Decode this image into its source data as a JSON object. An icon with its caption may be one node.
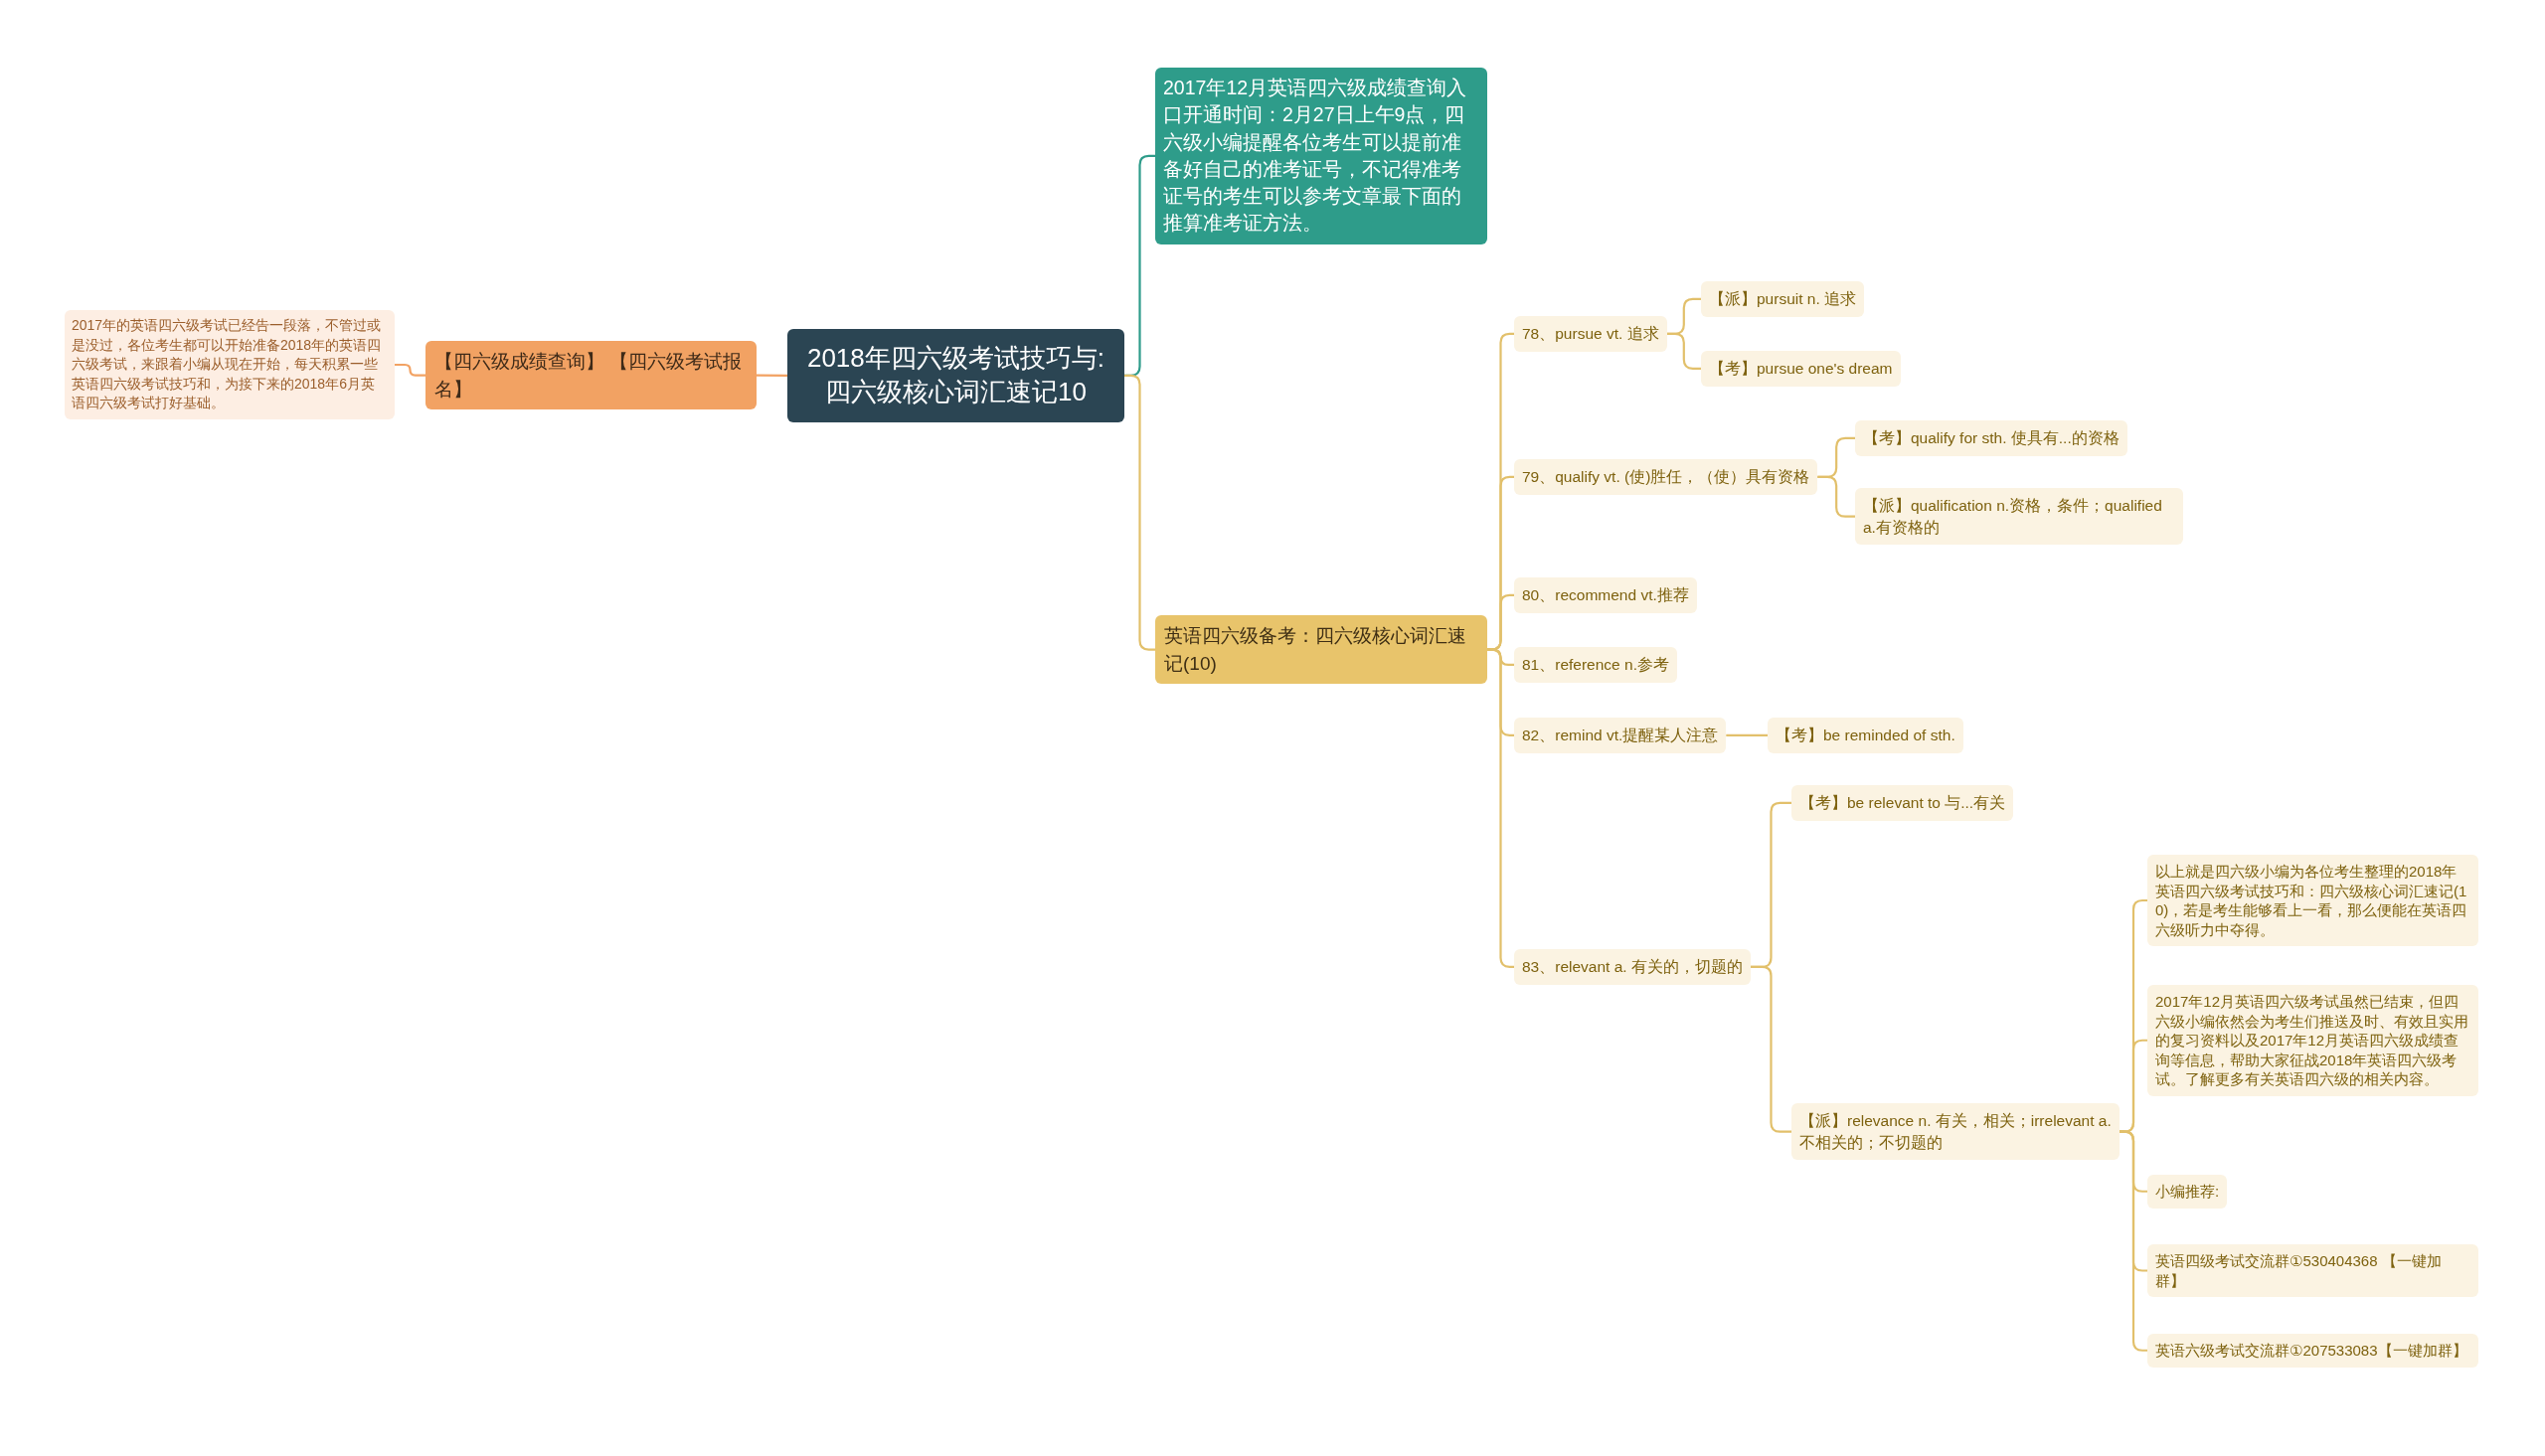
{
  "diagram": {
    "nodes": [
      {
        "text": [
          "2018年四六级考试技巧与:四六级核心词汇速记10"
        ]
      },
      {
        "text": [
          "【四六级成绩查询】 【四六级考试报名】"
        ]
      },
      {
        "text": [
          "2017年的英语四六级考试已经告一段落，不管过或是没过，各位考生都可以开始准备2018年的英语四六级考试，来跟着小编从现在开始，每天积累一些英语四六级考试技巧和，为接下来的2018年6月英语四六级考试打好基础。"
        ]
      },
      {
        "text": [
          "2017年12月英语四六级成绩查询入口开通时间：2月27日上午9点，四六级小编提醒各位考生可以提前准备好自己的准考证号，不记得准考证号的考生可以参考文章最下面的推算准考证方法。"
        ]
      },
      {
        "text": [
          "英语四六级备考：四六级核心词汇速记(10)"
        ]
      },
      {
        "text": [
          "78、pursue vt. 追求"
        ]
      },
      {
        "text": [
          "【派】pursuit n. 追求"
        ]
      },
      {
        "text": [
          "【考】pursue one's dream"
        ]
      },
      {
        "text": [
          "79、qualify vt. (使)胜任，（使）具有资格"
        ]
      },
      {
        "text": [
          "【考】qualify for sth. 使具有...的资格"
        ]
      },
      {
        "text": [
          "【派】qualification n.资格，条件；qualified a.有资格的"
        ]
      },
      {
        "text": [
          "80、recommend vt.推荐"
        ]
      },
      {
        "text": [
          "81、reference n.参考"
        ]
      },
      {
        "text": [
          "82、remind vt.提醒某人注意"
        ]
      },
      {
        "text": [
          "【考】be reminded of sth."
        ]
      },
      {
        "text": [
          "83、relevant a. 有关的，切题的"
        ]
      },
      {
        "text": [
          "【考】be relevant to 与...有关"
        ]
      },
      {
        "text": [
          "【派】relevance n. 有关，相关；irrelevant a. 不相关的；不切题的"
        ]
      },
      {
        "text": [
          "以上就是四六级小编为各位考生整理的2018年英语四六级考试技巧和：四六级核心词汇速记(10)，若是考生能够看上一看，那么便能在英语四六级听力中夺得。"
        ]
      },
      {
        "text": [
          "2017年12月英语四六级考试虽然已结束，但四六级小编依然会为考生们推送及时、有效且实用的复习资料以及2017年12月英语四六级成绩查询等信息，帮助大家征战2018年英语四六级考试。了解更多有关英语四六级的相关内容。"
        ]
      },
      {
        "text": [
          "小编推荐:"
        ]
      },
      {
        "text": [
          "英语四级考试交流群①530404368 【一键加群】"
        ]
      },
      {
        "text": [
          "英语六级考试交流群①207533083【一键加群】"
        ]
      }
    ],
    "edges": [
      {
        "from": 0,
        "to": 1,
        "arrow": "none",
        "color": "#f2a263"
      },
      {
        "from": 1,
        "to": 2,
        "arrow": "none",
        "color": "#f2a263"
      },
      {
        "from": 0,
        "to": 3,
        "arrow": "none",
        "color": "#2e9c8a"
      },
      {
        "from": 0,
        "to": 4,
        "arrow": "none"
      },
      {
        "from": 4,
        "to": 5,
        "arrow": "none"
      },
      {
        "from": 5,
        "to": 6,
        "arrow": "none"
      },
      {
        "from": 5,
        "to": 7,
        "arrow": "none"
      },
      {
        "from": 4,
        "to": 8,
        "arrow": "none"
      },
      {
        "from": 8,
        "to": 9,
        "arrow": "none"
      },
      {
        "from": 8,
        "to": 10,
        "arrow": "none"
      },
      {
        "from": 4,
        "to": 11,
        "arrow": "none"
      },
      {
        "from": 4,
        "to": 12,
        "arrow": "none"
      },
      {
        "from": 4,
        "to": 13,
        "arrow": "none"
      },
      {
        "from": 13,
        "to": 14,
        "arrow": "none"
      },
      {
        "from": 4,
        "to": 15,
        "arrow": "none"
      },
      {
        "from": 15,
        "to": 16,
        "arrow": "none"
      },
      {
        "from": 15,
        "to": 17,
        "arrow": "none"
      },
      {
        "from": 17,
        "to": 18,
        "arrow": "none"
      },
      {
        "from": 17,
        "to": 19,
        "arrow": "none"
      },
      {
        "from": 17,
        "to": 20,
        "arrow": "none"
      },
      {
        "from": 17,
        "to": 21,
        "arrow": "none"
      },
      {
        "from": 17,
        "to": 22,
        "arrow": "none"
      }
    ]
  }
}
